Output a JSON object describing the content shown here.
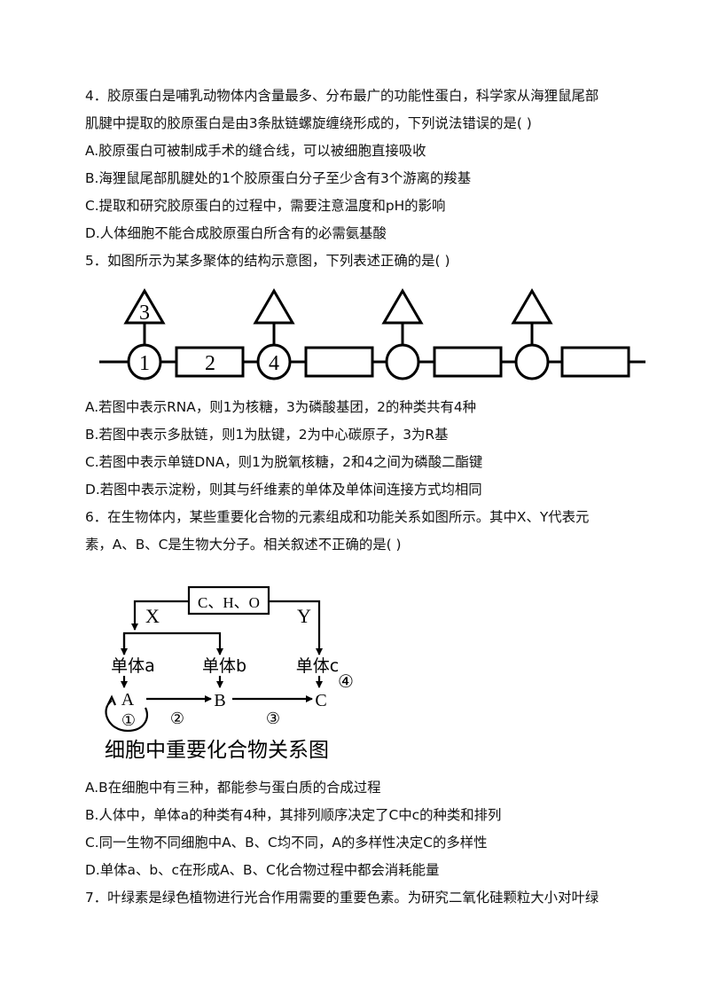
{
  "q4": {
    "stem_line1": "4．胶原蛋白是哺乳动物体内含量最多、分布最广的功能性蛋白，科学家从海狸鼠尾部",
    "stem_line2": "肌腱中提取的胶原蛋白是由3条肽链螺旋缠绕形成的，下列说法错误的是(  )",
    "options": [
      "A.胶原蛋白可被制成手术的缝合线，可以被细胞直接吸收",
      "B.海狸鼠尾部肌腱处的1个胶原蛋白分子至少含有3个游离的羧基",
      "C.提取和研究胶原蛋白的过程中，需要注意温度和pH的影响",
      "D.人体细胞不能合成胶原蛋白所含有的必需氨基酸"
    ]
  },
  "q5": {
    "stem": "5．如图所示为某多聚体的结构示意图，下列表述正确的是(  )",
    "diagram_labels": {
      "triangle": "3",
      "circle1": "1",
      "rect": "2",
      "circle2": "4"
    },
    "options": [
      "A.若图中表示RNA，则1为核糖，3为磷酸基团，2的种类共有4种",
      "B.若图中表示多肽链，则1为肽键，2为中心碳原子，3为R基",
      "C.若图中表示单链DNA，则1为脱氧核糖，2和4之间为磷酸二酯键",
      "D.若图中表示淀粉，则其与纤维素的单体及单体间连接方式均相同"
    ]
  },
  "q6": {
    "stem_line1": "6．在生物体内，某些重要化合物的元素组成和功能关系如图所示。其中X、Y代表元",
    "stem_line2": "素，A、B、C是生物大分子。相关叙述不正确的是(  )",
    "diagram": {
      "elements": "C、H、O",
      "x": "X",
      "y": "Y",
      "monomer_a": "单体a",
      "monomer_b": "单体b",
      "monomer_c": "单体c",
      "A": "A",
      "B": "B",
      "C": "C",
      "p1": "①",
      "p2": "②",
      "p3": "③",
      "p4": "④",
      "caption": "细胞中重要化合物关系图"
    },
    "options": [
      "A.B在细胞中有三种，都能参与蛋白质的合成过程",
      "B.人体中，单体a的种类有4种，其排列顺序决定了C中c的种类和排列",
      "C.同一生物不同细胞中A、B、C均不同，A的多样性决定C的多样性",
      "D.单体a、b、c在形成A、B、C化合物过程中都会消耗能量"
    ]
  },
  "q7": {
    "stem_line1": "7．叶绿素是绿色植物进行光合作用需要的重要色素。为研究二氧化硅颗粒大小对叶绿"
  }
}
